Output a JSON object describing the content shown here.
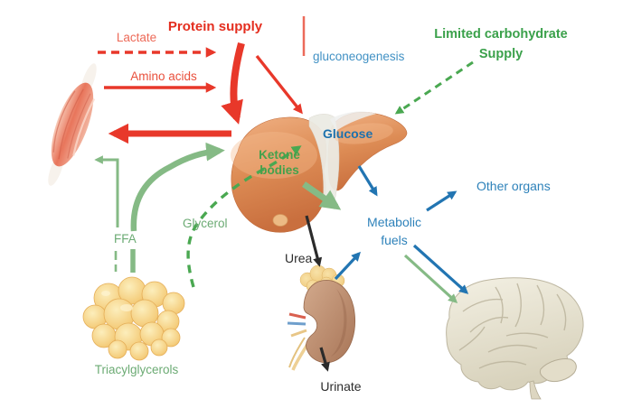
{
  "labels": {
    "lactate": "Lactate",
    "amino_acids": "Amino acids",
    "protein_supply": "Protein supply",
    "gluconeogenesis": "gluconeogenesis",
    "limited_carb_line1": "Limited carbohydrate",
    "limited_carb_line2": "Supply",
    "glucose": "Glucose",
    "ketone_line1": "Ketone",
    "ketone_line2": "bodies",
    "glycerol": "Glycerol",
    "ffa": "FFA",
    "triacylglycerols": "Triacylglycerols",
    "urea": "Urea",
    "urinate": "Urinate",
    "metabolic_line1": "Metabolic",
    "metabolic_line2": "fuels",
    "other_organs": "Other organs"
  },
  "colors": {
    "red_arrow": "#e8382a",
    "red_text_bold": "#e42e1f",
    "green_bold_text": "#3ba14b",
    "green_dashed_arrow": "#4aa851",
    "green_light_arrow": "#85ba85",
    "green_light_text": "#6cab74",
    "blue_arrow": "#2275b2",
    "blue_text": "#2e82ba",
    "black_arrow": "#2b2b2b",
    "liver": "#dd8c55",
    "adipose": "#f0c06d",
    "kidney": "#b98569",
    "brain": "#e9e5d4",
    "muscle": "#e8755b"
  },
  "illustrations": {
    "muscle": "skeletal-muscle",
    "liver": "liver-with-gallbladder",
    "adipose": "fat-cell-cluster",
    "kidney": "kidney-with-adrenal-gland",
    "brain": "brain"
  },
  "flows": [
    {
      "from": "muscle",
      "to": "liver",
      "label": "Lactate",
      "style": "dashed",
      "color": "red"
    },
    {
      "from": "muscle",
      "to": "liver",
      "label": "Amino acids",
      "style": "solid",
      "color": "red"
    },
    {
      "from": "Protein supply",
      "to": "liver",
      "style": "solid-thick-curved",
      "color": "red"
    },
    {
      "from": "Protein supply",
      "to": "liver",
      "style": "solid",
      "color": "red"
    },
    {
      "from": "liver",
      "to": "muscle",
      "style": "solid-thick",
      "color": "red"
    },
    {
      "from": "Limited carbohydrate Supply",
      "to": "liver",
      "style": "dashed",
      "color": "green"
    },
    {
      "from": "adipose",
      "to": "liver-glucose",
      "label": "Glycerol",
      "style": "dashed",
      "color": "green"
    },
    {
      "from": "adipose",
      "to": "liver",
      "label": "FFA",
      "style": "solid-thick-curved",
      "color": "green"
    },
    {
      "from": "adipose",
      "to": "muscle",
      "label": "FFA",
      "style": "solid",
      "color": "green"
    },
    {
      "from": "liver-ketone-bodies",
      "to": "metabolic-fuels",
      "style": "solid-thick",
      "color": "green"
    },
    {
      "from": "liver-glucose",
      "to": "metabolic-fuels",
      "style": "solid",
      "color": "blue"
    },
    {
      "from": "liver",
      "to": "kidney",
      "label": "Urea",
      "style": "solid",
      "color": "black"
    },
    {
      "from": "kidney",
      "to": "metabolic-fuels",
      "style": "solid",
      "color": "blue"
    },
    {
      "from": "kidney",
      "to": "Urinate",
      "style": "solid",
      "color": "black"
    },
    {
      "from": "metabolic-fuels",
      "to": "Other organs",
      "style": "solid",
      "color": "blue"
    },
    {
      "from": "metabolic-fuels",
      "to": "brain",
      "style": "solid",
      "color": "blue"
    },
    {
      "from": "metabolic-fuels",
      "to": "brain",
      "style": "solid",
      "color": "green"
    }
  ]
}
